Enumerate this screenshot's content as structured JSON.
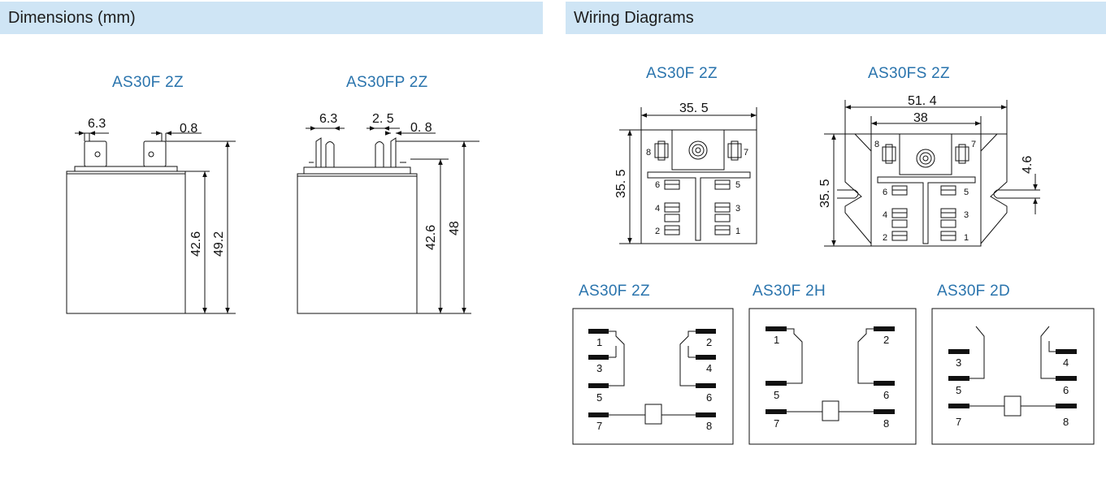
{
  "headers": {
    "dimensions": "Dimensions (mm)",
    "wiring": "Wiring Diagrams"
  },
  "dimensions": {
    "models": [
      {
        "title": "AS30F 2Z",
        "dims": {
          "tab_width": "6.3",
          "tab_thickness": "0.8",
          "body_height": "42.6",
          "total_height": "49.2"
        }
      },
      {
        "title": "AS30FP 2Z",
        "dims": {
          "tab_width": "6.3",
          "tab_spacing": "2. 5",
          "tab_thickness": "0. 8",
          "body_height": "42.6",
          "total_height": "48"
        }
      }
    ]
  },
  "wiring": {
    "base_views": [
      {
        "title": "AS30F 2Z",
        "dims": {
          "width": "35. 5",
          "height": "35. 5"
        },
        "pins": [
          "8",
          "7",
          "6",
          "5",
          "4",
          "3",
          "2",
          "1"
        ]
      },
      {
        "title": "AS30FS 2Z",
        "dims": {
          "flange_width": "51. 4",
          "body_width": "38",
          "height": "35. 5",
          "hole_offset": "4.6"
        },
        "pins": [
          "8",
          "7",
          "6",
          "5",
          "4",
          "3",
          "2",
          "1"
        ]
      }
    ],
    "schematics": [
      {
        "title": "AS30F 2Z",
        "pins": [
          "1",
          "2",
          "3",
          "4",
          "5",
          "6",
          "7",
          "8"
        ]
      },
      {
        "title": "AS30F 2H",
        "pins": [
          "1",
          "2",
          "5",
          "6",
          "7",
          "8"
        ]
      },
      {
        "title": "AS30F 2D",
        "pins": [
          "3",
          "4",
          "5",
          "6",
          "7",
          "8"
        ]
      }
    ]
  },
  "colors": {
    "header_bg": "#cfe5f5",
    "title_blue": "#2a74ad",
    "line": "#111111"
  }
}
